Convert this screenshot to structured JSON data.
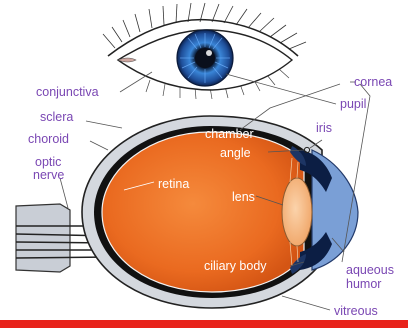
{
  "labels": {
    "conjunctiva": "conjunctiva",
    "sclera": "sclera",
    "choroid": "choroid",
    "optic_nerve_line1": "optic",
    "optic_nerve_line2": "nerve",
    "retina": "retina",
    "chamber_angle_line1": "chamber",
    "chamber_angle_line2": "angle",
    "lens": "lens",
    "ciliary_body": "ciliary body",
    "cornea": "cornea",
    "pupil": "pupil",
    "iris": "iris",
    "aqueous_humor_line1": "aqueous",
    "aqueous_humor_line2": "humor",
    "vitreous": "vitreous"
  },
  "colors": {
    "label_purple": "#7a47b3",
    "eyeball_orange": "#ee6d21",
    "sclera_gray": "#d4d8de",
    "choroid_black": "#111111",
    "cornea_blue": "#7a9fd6",
    "iris_blue": "#2f6fc4",
    "lens_peach": "#f6b77c",
    "bottom_bar_red": "#e8231b"
  }
}
